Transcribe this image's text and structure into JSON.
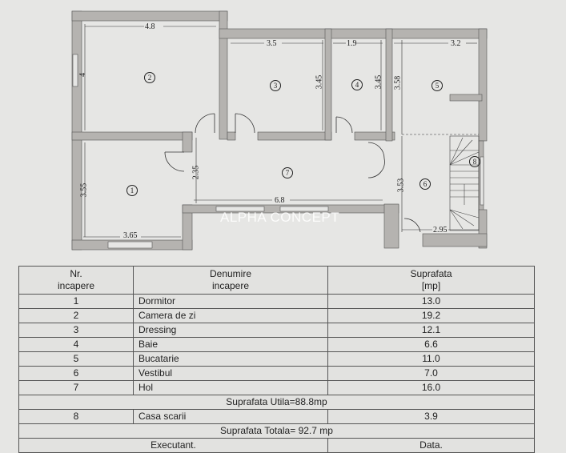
{
  "floor_plan": {
    "dimensions": {
      "room2_width": "4.8",
      "room2_height": "4",
      "room3_width": "3.5",
      "room3_height": "3.45",
      "room4_width": "1.9",
      "room4_height": "3.45",
      "room5_width": "3.2",
      "room5_height": "3.58",
      "room1_height": "3.55",
      "room1_width": "3.65",
      "hall_height": "2.35",
      "hall_width": "6.8",
      "room6_height": "3.53",
      "room6_width": "2.95"
    },
    "room_numbers": [
      "1",
      "2",
      "3",
      "4",
      "5",
      "6",
      "7",
      "8"
    ],
    "watermark": "ALPHA CONCEPT",
    "colors": {
      "wall": "#b5b3b0",
      "paper": "#e6e6e4",
      "line": "#222222"
    }
  },
  "table": {
    "headers": {
      "nr": "Nr.",
      "nr2": "incapere",
      "name": "Denumire",
      "name2": "incapere",
      "area": "Suprafata",
      "area2": "[mp]"
    },
    "rows": [
      {
        "nr": "1",
        "name": "Dormitor",
        "area": "13.0"
      },
      {
        "nr": "2",
        "name": "Camera de zi",
        "area": "19.2"
      },
      {
        "nr": "3",
        "name": "Dressing",
        "area": "12.1"
      },
      {
        "nr": "4",
        "name": "Baie",
        "area": "6.6"
      },
      {
        "nr": "5",
        "name": "Bucatarie",
        "area": "11.0"
      },
      {
        "nr": "6",
        "name": "Vestibul",
        "area": "7.0"
      },
      {
        "nr": "7",
        "name": "Hol",
        "area": "16.0"
      }
    ],
    "usable_total": "Suprafata Utila=88.8mp",
    "extra_row": {
      "nr": "8",
      "name": "Casa scarii",
      "area": "3.9"
    },
    "grand_total": "Suprafata Totala= 92.7 mp",
    "footer": {
      "executant": "Executant.",
      "data": "Data."
    }
  }
}
